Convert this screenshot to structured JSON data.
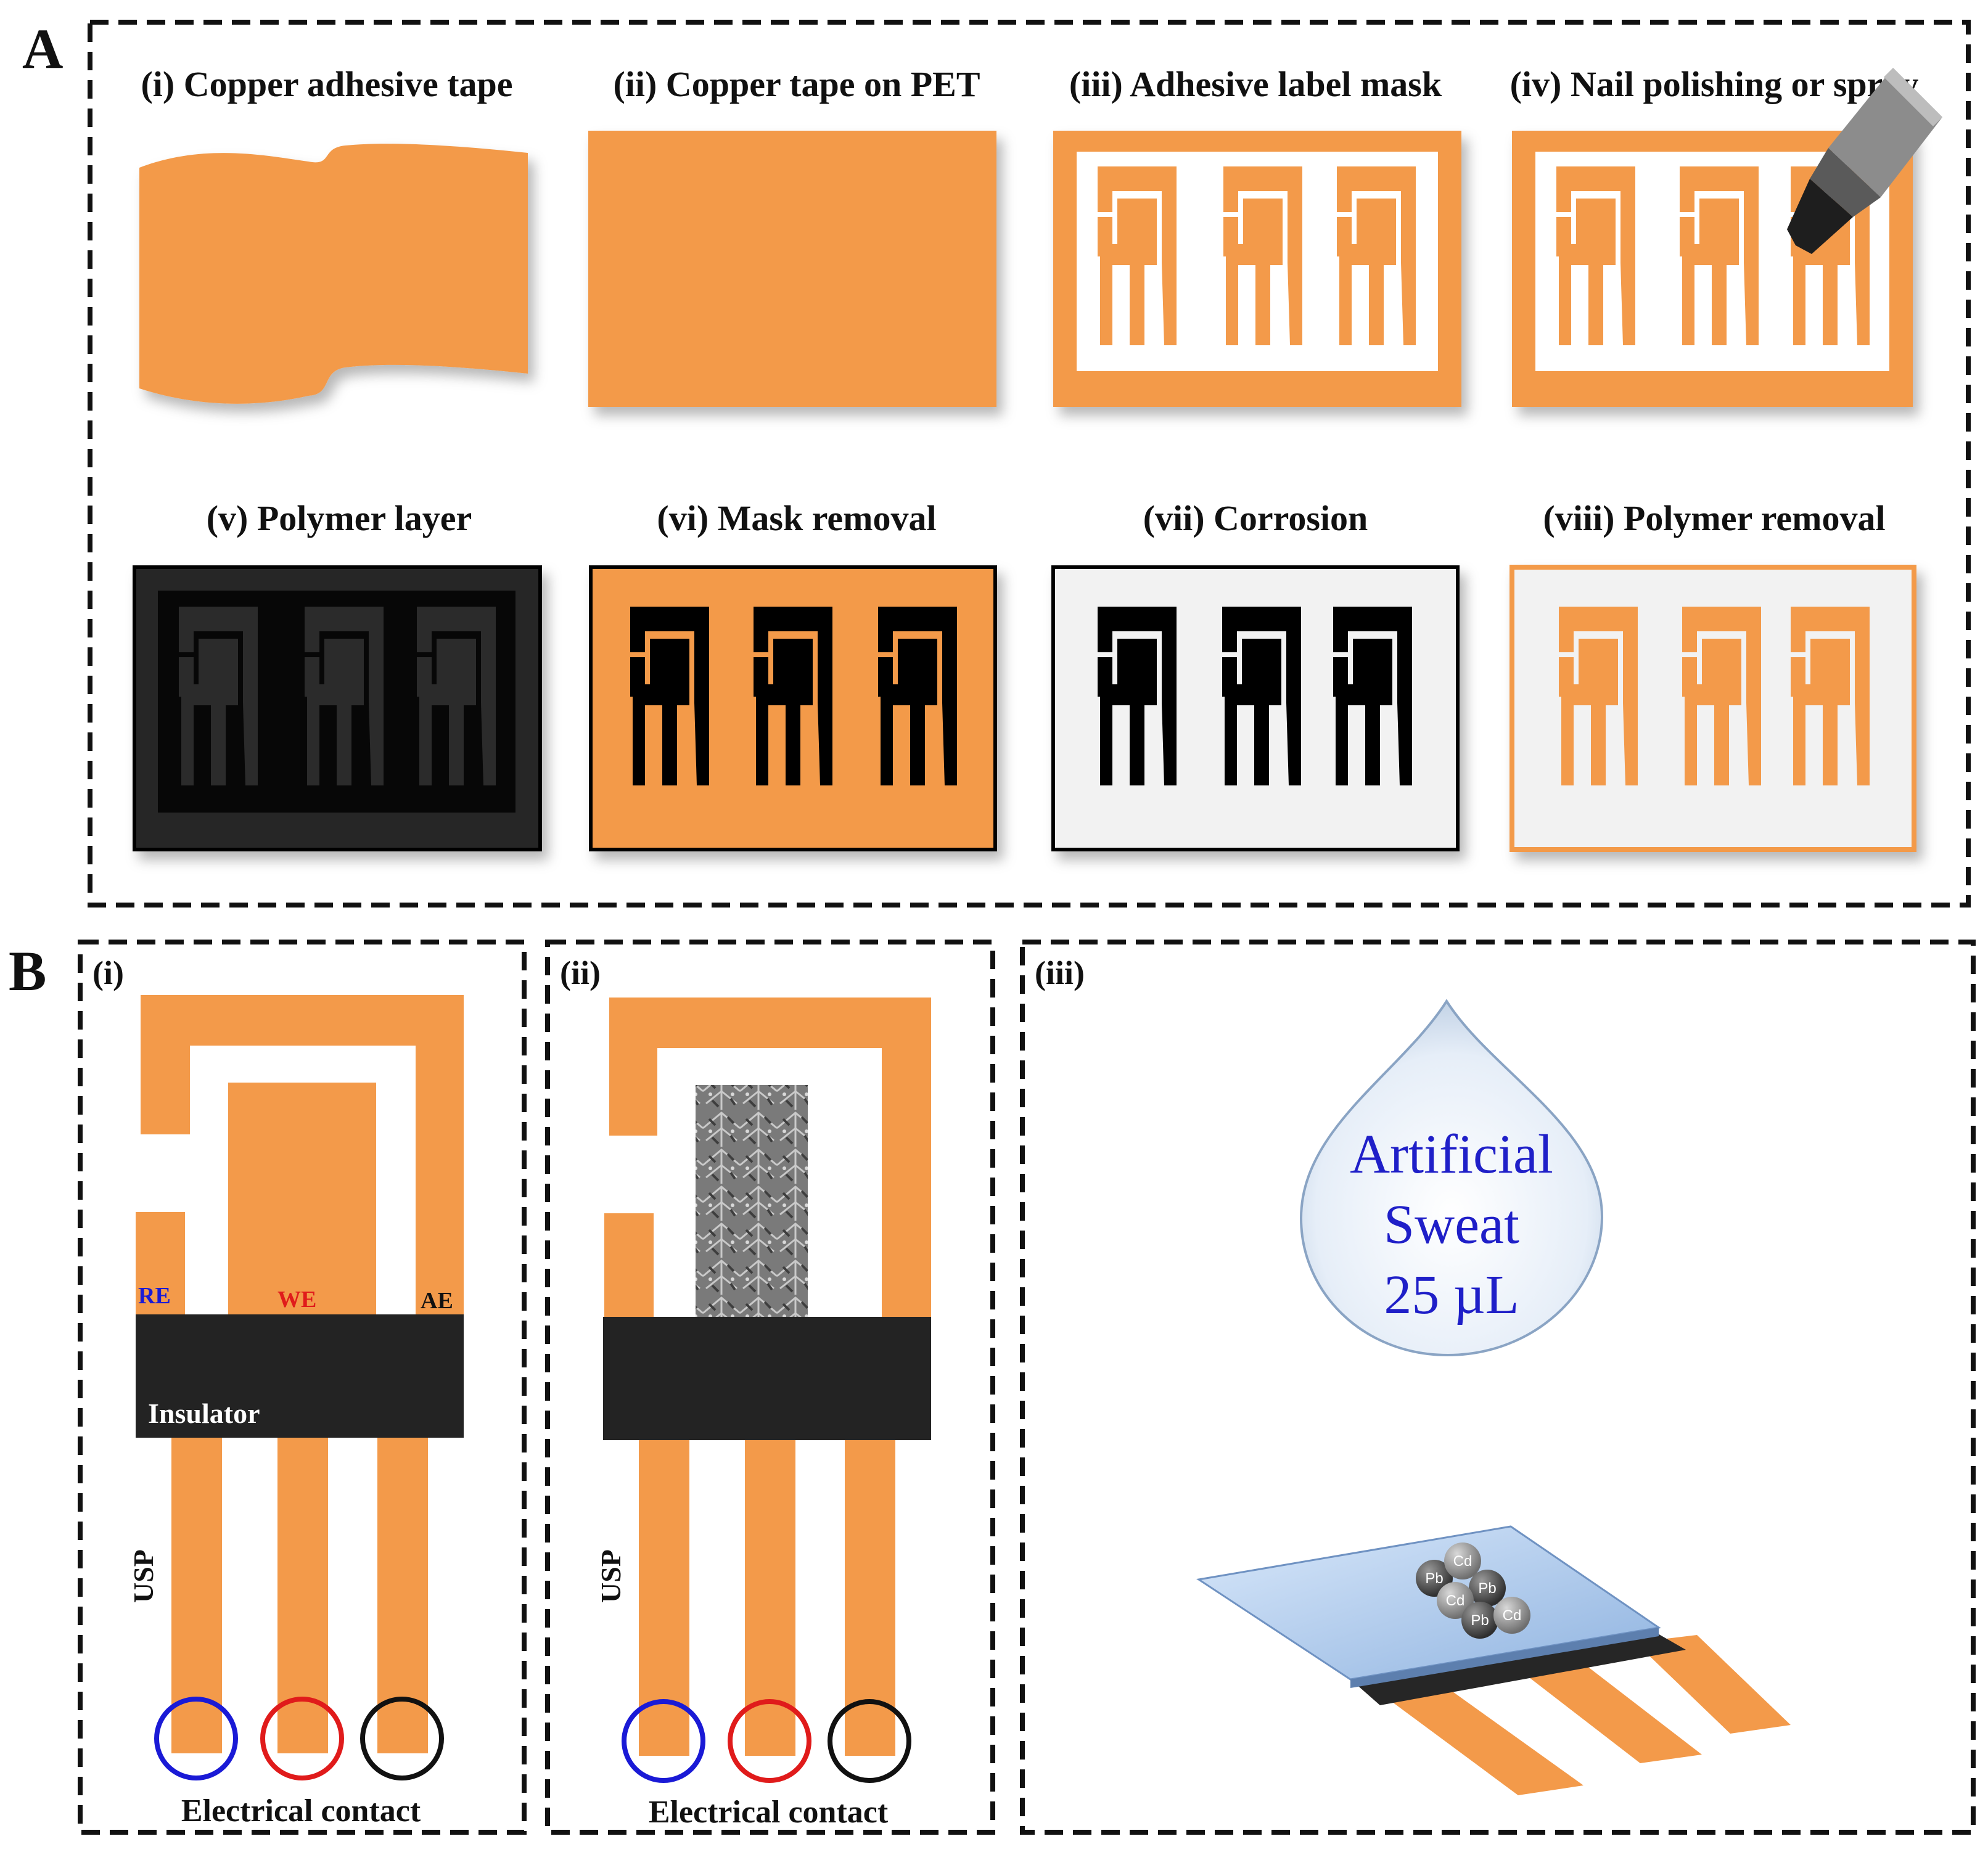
{
  "panel_a": {
    "letter": "A",
    "steps": [
      {
        "label": "(i) Copper adhesive tape"
      },
      {
        "label": "(ii) Copper tape on PET"
      },
      {
        "label": "(iii) Adhesive label mask"
      },
      {
        "label": "(iv) Nail polishing or spray"
      },
      {
        "label": "(v) Polymer layer"
      },
      {
        "label": "(vi) Mask removal"
      },
      {
        "label": "(vii) Corrosion"
      },
      {
        "label": "(viii) Polymer removal"
      }
    ]
  },
  "panel_b": {
    "letter": "B",
    "sub_i": {
      "label": "(i)",
      "re": "RE",
      "we": "WE",
      "ae": "AE",
      "insulator": "Insulator",
      "usp": "USP",
      "contact": "Electrical contact"
    },
    "sub_ii": {
      "label": "(ii)",
      "usp": "USP",
      "contact": "Electrical contact"
    },
    "sub_iii": {
      "label": "(iii)",
      "drop_line1": "Artificial",
      "drop_line2": "Sweat",
      "drop_line3": "25 µL",
      "ions": [
        "Pb",
        "Cd",
        "Pb",
        "Cd",
        "Pb",
        "Cd"
      ]
    }
  },
  "colors": {
    "copper": "#f39a4a",
    "dark": "#222222",
    "re_circle": "#1a1ad6",
    "we_circle": "#e01b1b",
    "ae_circle": "#111111",
    "drop_text": "#1f1fc8"
  }
}
